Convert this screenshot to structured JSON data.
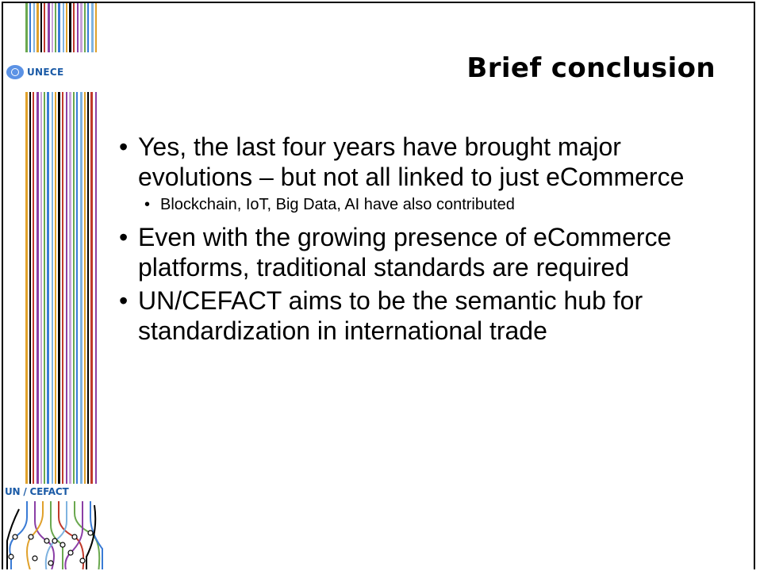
{
  "slide": {
    "title": "Brief conclusion",
    "bullets": [
      {
        "text": "Yes, the last four years have brought major evolutions – but not all linked to just eCommerce",
        "sub": [
          "Blockchain, IoT, Big Data, AI have also contributed"
        ]
      },
      {
        "text": "Even with the growing presence of eCommerce platforms, traditional standards are required"
      },
      {
        "text": "UN/CEFACT aims to be the semantic hub for standardization in international trade"
      }
    ]
  },
  "sidebar": {
    "logo_text": "UNECE",
    "org_label": "UN / CEFACT"
  },
  "colors": {
    "brand_blue": "#1a5aa6",
    "stripe_palette": [
      "#3a7bd5",
      "#8b3fa6",
      "#e0a12b",
      "#6aa84f",
      "#c0392b",
      "#7fb3e0",
      "#c9a3d9",
      "#000000"
    ]
  }
}
